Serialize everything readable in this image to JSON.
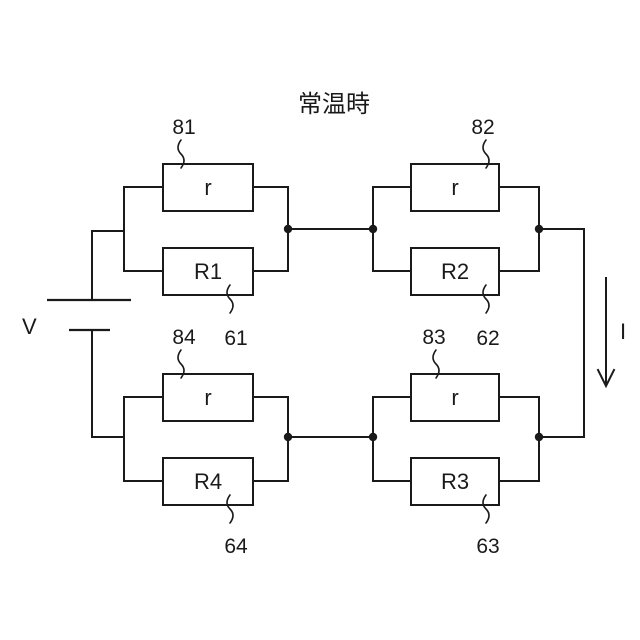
{
  "diagram": {
    "title": "常温時",
    "voltage_label": "V",
    "current_label": "I",
    "resistors": {
      "r81": {
        "label": "r",
        "ref": "81"
      },
      "r82": {
        "label": "r",
        "ref": "82"
      },
      "r83": {
        "label": "r",
        "ref": "83"
      },
      "r84": {
        "label": "r",
        "ref": "84"
      },
      "R1": {
        "label": "R1",
        "ref": "61"
      },
      "R2": {
        "label": "R2",
        "ref": "62"
      },
      "R3": {
        "label": "R3",
        "ref": "63"
      },
      "R4": {
        "label": "R4",
        "ref": "64"
      }
    }
  }
}
